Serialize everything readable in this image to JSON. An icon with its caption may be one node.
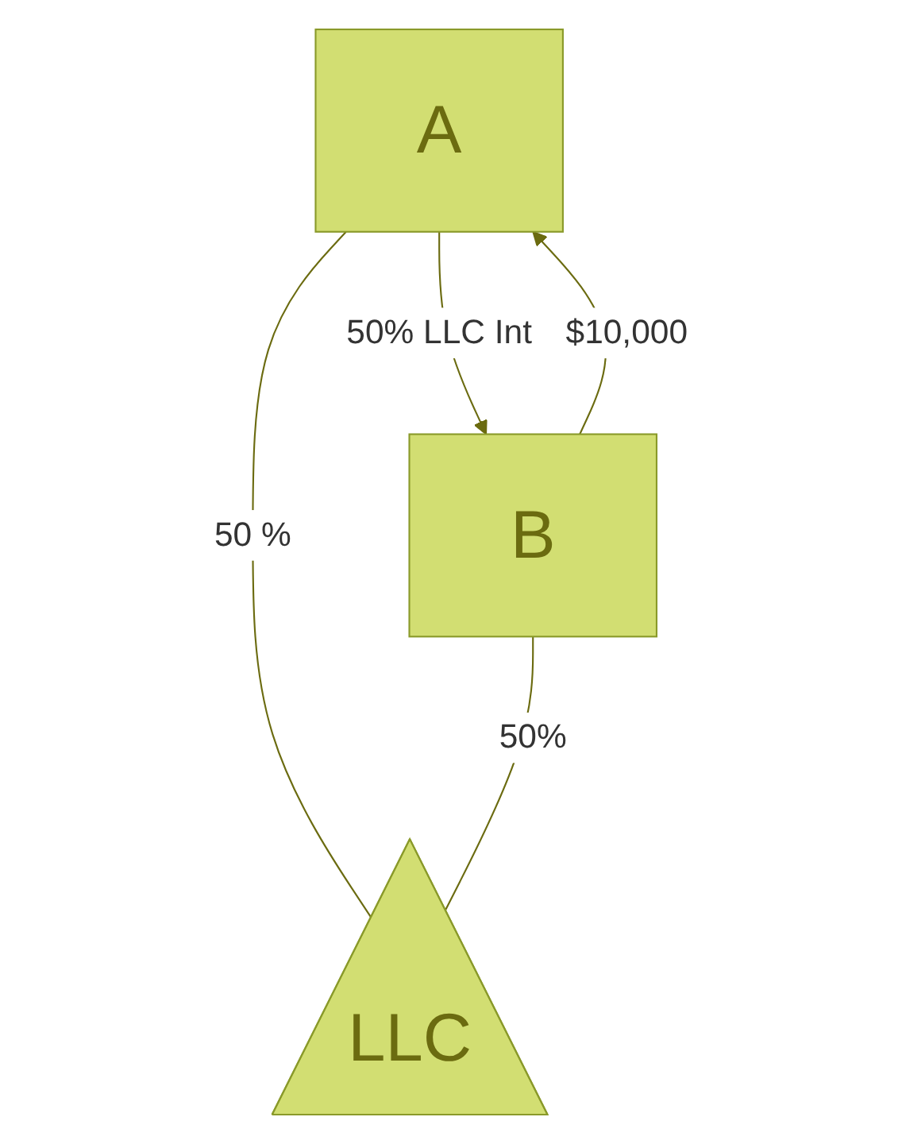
{
  "diagram": {
    "nodes": [
      {
        "text": [
          "A"
        ]
      },
      {
        "text": [
          "B"
        ]
      },
      {
        "text": [
          "LLC"
        ]
      }
    ],
    "edges": [
      {
        "from": 1,
        "to": 0,
        "arrow": "to",
        "label": "$10,000"
      },
      {
        "from": 0,
        "to": 1,
        "arrow": "to",
        "label": "50% LLC Int"
      },
      {
        "from": 0,
        "to": 2,
        "arrow": "none",
        "label": "50 %"
      },
      {
        "from": 1,
        "to": 2,
        "arrow": "none",
        "label": "50%"
      }
    ]
  }
}
